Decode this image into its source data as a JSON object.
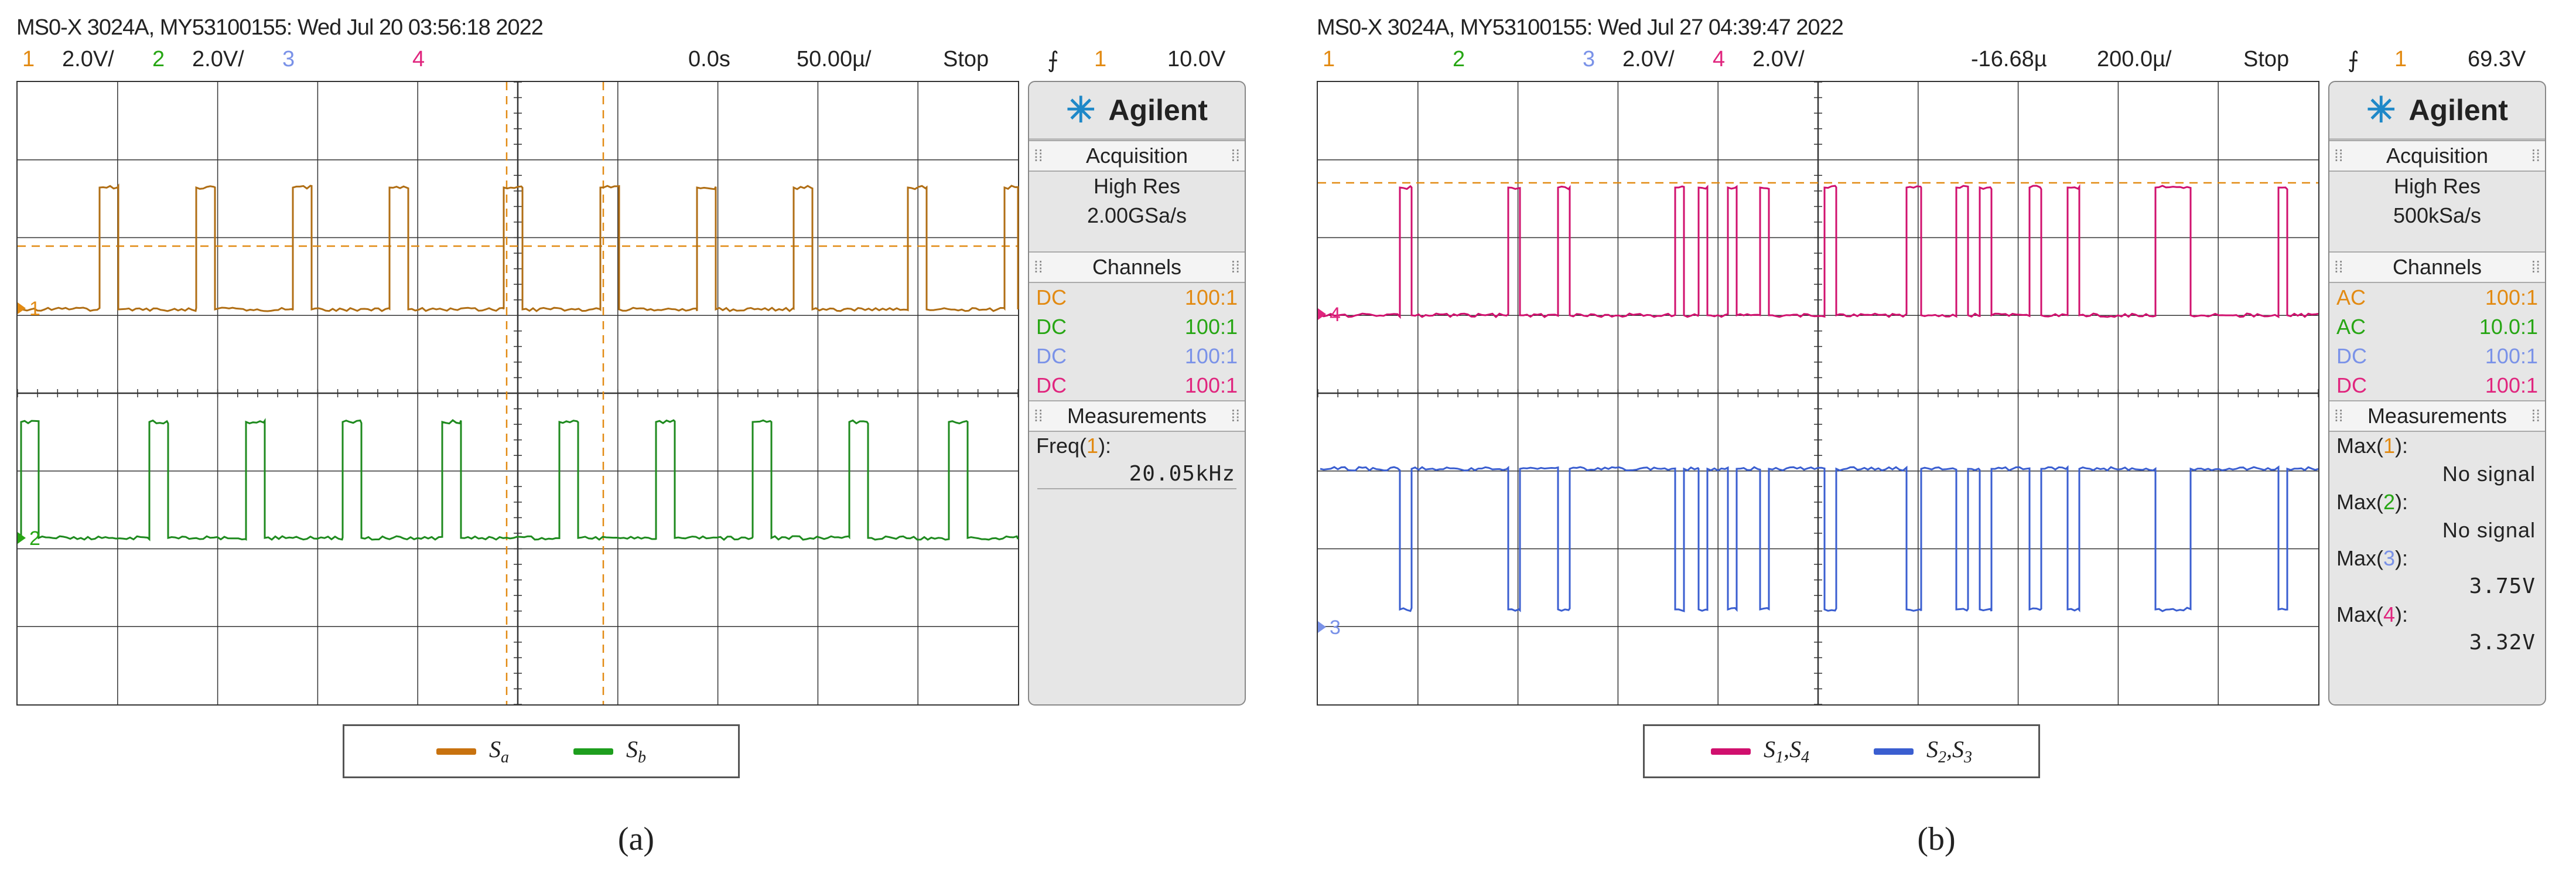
{
  "colors": {
    "ch1": "#E28A12",
    "ch2": "#27A614",
    "ch3": "#7A92E8",
    "ch4": "#E0257E",
    "trace_a1": "#B06E14",
    "trace_a2": "#1E8A1E",
    "trace_b4": "#D0106E",
    "trace_b3": "#3A5ED0",
    "legend_sa": "#C8720F",
    "legend_sb": "#1E9E1E",
    "legend_s14": "#D0106E",
    "legend_s23": "#3A5ED0",
    "logo": "#1E88C8"
  },
  "panel_a": {
    "header": "MS0-X 3024A, MY53100155: Wed Jul 20 03:56:18 2022",
    "status": {
      "ch1_num": "1",
      "ch1_scale": "2.0V/",
      "ch2_num": "2",
      "ch2_scale": "2.0V/",
      "ch3_num": "3",
      "ch3_scale": "",
      "ch4_num": "4",
      "ch4_scale": "",
      "delay": "0.0s",
      "timebase": "50.00µ/",
      "run_state": "Stop",
      "trig_icon": "trigger-edge-icon",
      "trig_ch": "1",
      "trig_level": "10.0V"
    },
    "sidebar": {
      "brand": "Agilent",
      "acq_title": "Acquisition",
      "acq_mode": "High Res",
      "acq_rate": "2.00GSa/s",
      "channels_title": "Channels",
      "channels": [
        {
          "coupling": "DC",
          "probe": "100:1"
        },
        {
          "coupling": "DC",
          "probe": "100:1"
        },
        {
          "coupling": "DC",
          "probe": "100:1"
        },
        {
          "coupling": "DC",
          "probe": "100:1"
        }
      ],
      "meas_title": "Measurements",
      "meas": [
        {
          "name": "Freq",
          "ch": "1",
          "value": "20.05kHz"
        }
      ]
    },
    "markers": {
      "ch1": "1",
      "ch2": "2"
    },
    "legend": [
      {
        "label": "S",
        "sub": "a"
      },
      {
        "label": "S",
        "sub": "b"
      }
    ],
    "caption": "(a)"
  },
  "panel_b": {
    "header": "MS0-X 3024A, MY53100155: Wed Jul 27 04:39:47 2022",
    "status": {
      "ch1_num": "1",
      "ch1_scale": "",
      "ch2_num": "2",
      "ch2_scale": "",
      "ch3_num": "3",
      "ch3_scale": "2.0V/",
      "ch4_num": "4",
      "ch4_scale": "2.0V/",
      "delay": "-16.68µ",
      "timebase": "200.0µ/",
      "run_state": "Stop",
      "trig_icon": "trigger-edge-icon",
      "trig_ch": "1",
      "trig_level": "69.3V"
    },
    "sidebar": {
      "brand": "Agilent",
      "acq_title": "Acquisition",
      "acq_mode": "High Res",
      "acq_rate": "500kSa/s",
      "channels_title": "Channels",
      "channels": [
        {
          "coupling": "AC",
          "probe": "100:1"
        },
        {
          "coupling": "AC",
          "probe": "10.0:1"
        },
        {
          "coupling": "DC",
          "probe": "100:1"
        },
        {
          "coupling": "DC",
          "probe": "100:1"
        }
      ],
      "meas_title": "Measurements",
      "meas": [
        {
          "name": "Max",
          "ch": "1",
          "value": "No signal"
        },
        {
          "name": "Max",
          "ch": "2",
          "value": "No signal"
        },
        {
          "name": "Max",
          "ch": "3",
          "value": "3.75V"
        },
        {
          "name": "Max",
          "ch": "4",
          "value": "3.32V"
        }
      ]
    },
    "markers": {
      "ch4": "4",
      "ch3": "3"
    },
    "legend": [
      {
        "label": "S",
        "sub": "1",
        "label2": "S",
        "sub2": "4"
      },
      {
        "label": "S",
        "sub": "2",
        "label2": "S",
        "sub2": "3"
      }
    ],
    "caption": "(b)"
  }
}
